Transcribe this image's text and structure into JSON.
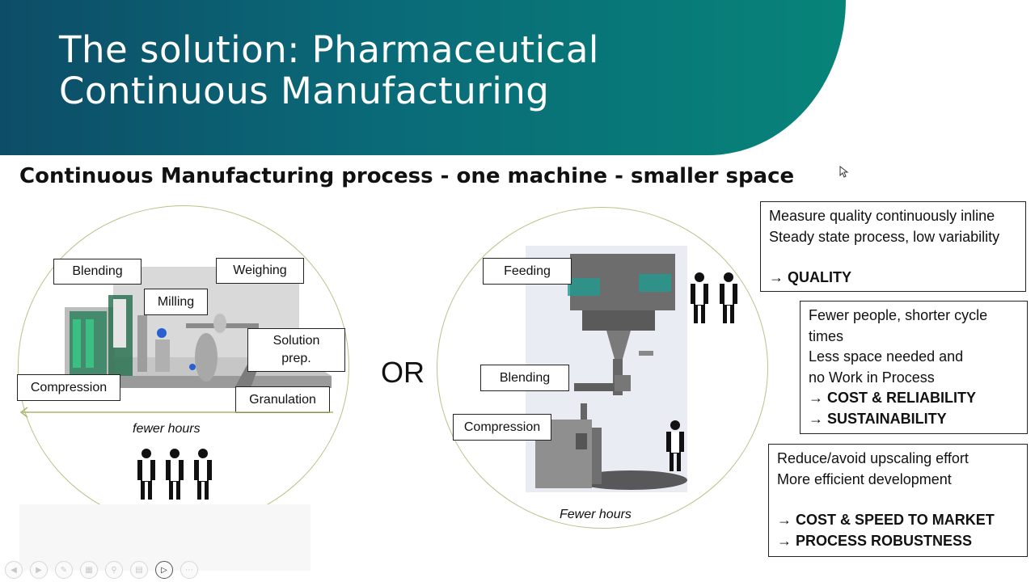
{
  "slide": {
    "title_line1": "The solution: Pharmaceutical",
    "title_line2": "Continuous Manufacturing",
    "subtitle": "Continuous Manufacturing process - one machine - smaller space"
  },
  "left_diagram": {
    "labels": {
      "blending": "Blending",
      "weighing": "Weighing",
      "milling": "Milling",
      "solution_prep_line1": "Solution",
      "solution_prep_line2": "prep.",
      "compression": "Compression",
      "granulation": "Granulation"
    },
    "note": "fewer hours"
  },
  "separator": "OR",
  "right_diagram": {
    "labels": {
      "feeding": "Feeding",
      "blending": "Blending",
      "compression": "Compression"
    },
    "note": "Fewer hours"
  },
  "benefits": [
    {
      "lines": [
        "Measure quality continuously inline",
        "Steady state process, low variability"
      ],
      "results": [
        "→ QUALITY"
      ]
    },
    {
      "lines": [
        "Fewer people, shorter cycle",
        "times",
        "Less space needed and",
        "no Work in Process"
      ],
      "results": [
        "→ COST & RELIABILITY",
        "→ SUSTAINABILITY"
      ]
    },
    {
      "lines": [
        "Reduce/avoid upscaling effort",
        "More efficient development"
      ],
      "results": [
        "→ COST & SPEED TO MARKET",
        "→ PROCESS ROBUSTNESS"
      ]
    }
  ],
  "icons": [
    "person-icon",
    "factory-plant-image",
    "continuous-machine-image",
    "mouse-cursor-icon"
  ],
  "colors": {
    "header_start": "#0d4d67",
    "header_end": "#078479",
    "circle_outline": "#b9c28a"
  }
}
